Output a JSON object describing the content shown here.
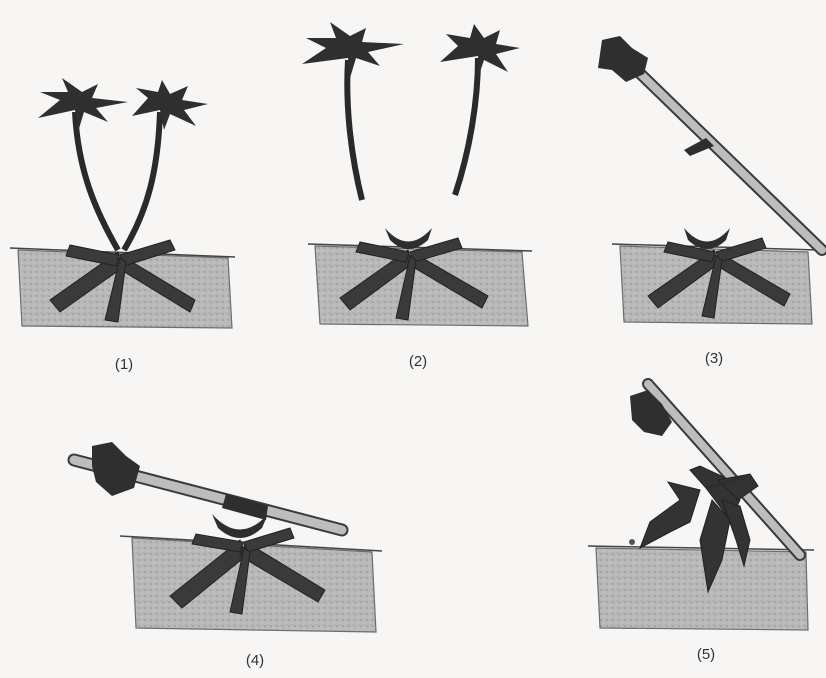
{
  "steps": [
    {
      "caption": "(1)"
    },
    {
      "caption": "(2)"
    },
    {
      "caption": "(3)"
    },
    {
      "caption": "(4)"
    },
    {
      "caption": "(5)"
    }
  ],
  "colors": {
    "soil": "#b7b7b7",
    "soil_edge": "#6d6d6d",
    "plant": "#2f2f2f",
    "leaf": "#3d3d3d",
    "pole": "#bdbdbd",
    "pole_edge": "#3a3a3a"
  }
}
